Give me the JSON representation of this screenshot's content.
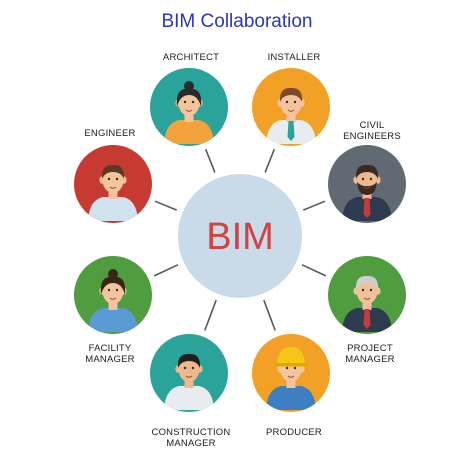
{
  "title": "BIM Collaboration",
  "center": {
    "text": "BIM",
    "fill": "#c9dbe8",
    "text_color": "#d24242"
  },
  "roles": [
    {
      "label": "ARCHITECT",
      "circle_color": "#2aa39b",
      "shirt": "#f2a33c",
      "skin": "#f5c49c",
      "hair": "#2b2b2b",
      "icon": "woman-avatar-icon"
    },
    {
      "label": "INSTALLER",
      "circle_color": "#f3a126",
      "shirt": "#e9ecef",
      "skin": "#f5c49c",
      "hair": "#7a4d2a",
      "icon": "man-tie-avatar-icon"
    },
    {
      "label": "CIVIL\nENGINEERS",
      "circle_color": "#616a73",
      "shirt": "#2e3b4e",
      "skin": "#f0b88e",
      "hair": "#3a2a22",
      "icon": "bearded-man-avatar-icon"
    },
    {
      "label": "ENGINEER",
      "circle_color": "#c63a32",
      "shirt": "#cfe3ef",
      "skin": "#f5c49c",
      "hair": "#5a3a24",
      "icon": "man-avatar-icon"
    },
    {
      "label": "FACILITY\nMANAGER",
      "circle_color": "#4f9d3e",
      "shirt": "#5b9bd5",
      "skin": "#f5c49c",
      "hair": "#3a2618",
      "icon": "woman-avatar-icon"
    },
    {
      "label": "PROJECT\nMANAGER",
      "circle_color": "#4f9d3e",
      "shirt": "#2e3b4e",
      "skin": "#f0c19a",
      "hair": "#cfcfcf",
      "icon": "senior-man-avatar-icon"
    },
    {
      "label": "CONSTRUCTION\nMANAGER",
      "circle_color": "#2aa39b",
      "shirt": "#e9ecef",
      "skin": "#f0b88e",
      "hair": "#1f1f1f",
      "icon": "man-avatar-icon"
    },
    {
      "label": "PRODUCER",
      "circle_color": "#f3a126",
      "shirt": "#3d7fc1",
      "skin": "#f5c49c",
      "hair": "#f5c518",
      "icon": "worker-helmet-avatar-icon"
    }
  ],
  "connector_color": "#5a5a5a"
}
